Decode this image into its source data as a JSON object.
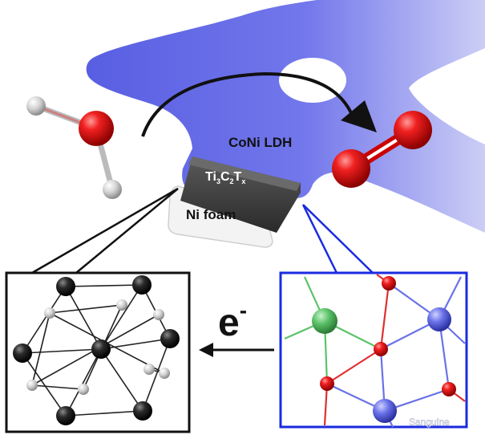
{
  "labels": {
    "ldh": "CoNi LDH",
    "mxene_main": "Ti",
    "mxene_sub1": "3",
    "mxene_mid": "C",
    "mxene_sub2": "2",
    "mxene_end": "T",
    "mxene_sub3": "x",
    "substrate": "Ni foam",
    "electron": "e",
    "electron_sup": "-"
  },
  "watermark": "Sanguine",
  "colors": {
    "ldh_blue": "#5b61e6",
    "oxygen_red": "#e01818",
    "hydrogen_grey": "#cfcfcf",
    "mxene_dark": "#3a3a3a",
    "ni_foam": "#f2f2f2",
    "cobalt_green": "#5cc36a",
    "nickel_blue": "#6a72e8",
    "left_box_border": "#111111",
    "right_box_border": "#1a2be0"
  }
}
